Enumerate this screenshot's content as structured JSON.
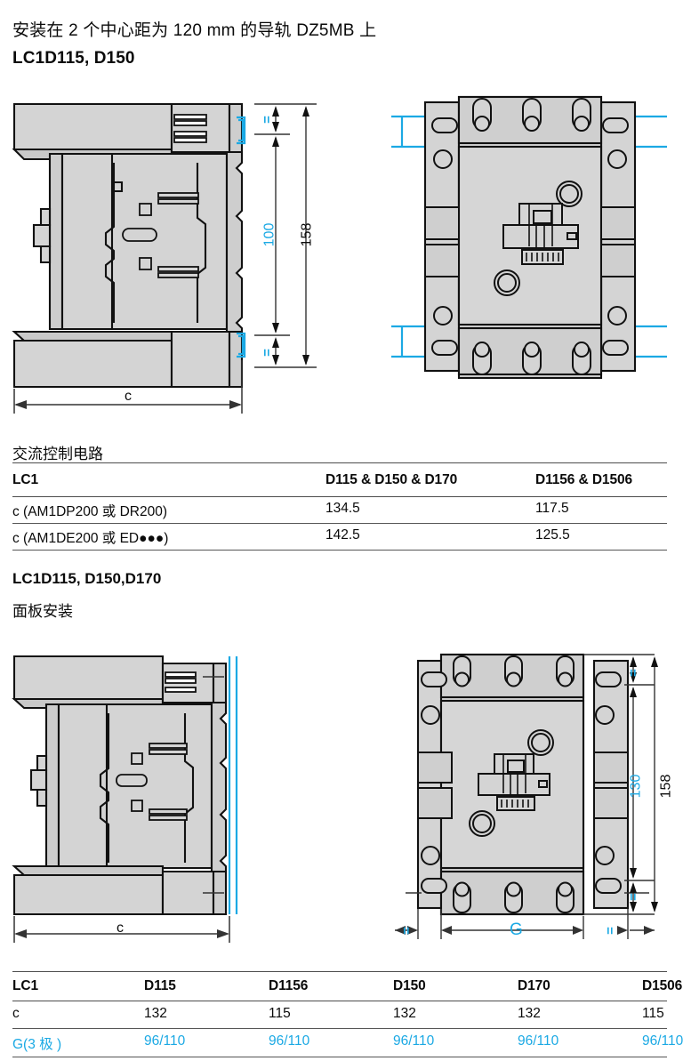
{
  "page": {
    "heading_cn": "安装在 2 个中心距为 120 mm 的导轨 DZ5MB 上",
    "heading_code": "LC1D115, D150",
    "section2_code": "LC1D115, D150,D170",
    "section2_cn": "面板安装"
  },
  "figure_top": {
    "left_view": {
      "width_label": "c"
    },
    "dimensions": {
      "inner": "100",
      "outer": "158",
      "equal_mark": "="
    }
  },
  "figure_bottom": {
    "left_view": {
      "width_label": "c"
    },
    "dimensions": {
      "inner": "130",
      "outer": "158",
      "width": "G",
      "equal_mark": "="
    }
  },
  "table_ac": {
    "caption": "交流控制电路",
    "columns": [
      "LC1",
      "D115 & D150 & D170",
      "D1156 & D1506"
    ],
    "rows": [
      [
        "c (AM1DP200 或 DR200)",
        "134.5",
        "117.5"
      ],
      [
        "c (AM1DE200 或 ED●●●)",
        "142.5",
        "125.5"
      ]
    ]
  },
  "table_panel": {
    "columns": [
      "LC1",
      "D115",
      "D1156",
      "D150",
      "D170",
      "D1506"
    ],
    "rows": [
      {
        "label": "c",
        "accent": false,
        "values": [
          "132",
          "115",
          "132",
          "132",
          "115"
        ]
      },
      {
        "label": "G(3 极 )",
        "accent": true,
        "values": [
          "96/110",
          "96/110",
          "96/110",
          "96/110",
          "96/110"
        ]
      }
    ]
  },
  "colors": {
    "accent": "#1ba9e4",
    "body_fill": "#d4d4d4",
    "body_fill_dark": "#c6c6c6",
    "line": "#111111",
    "rule": "#4d4d4d"
  }
}
